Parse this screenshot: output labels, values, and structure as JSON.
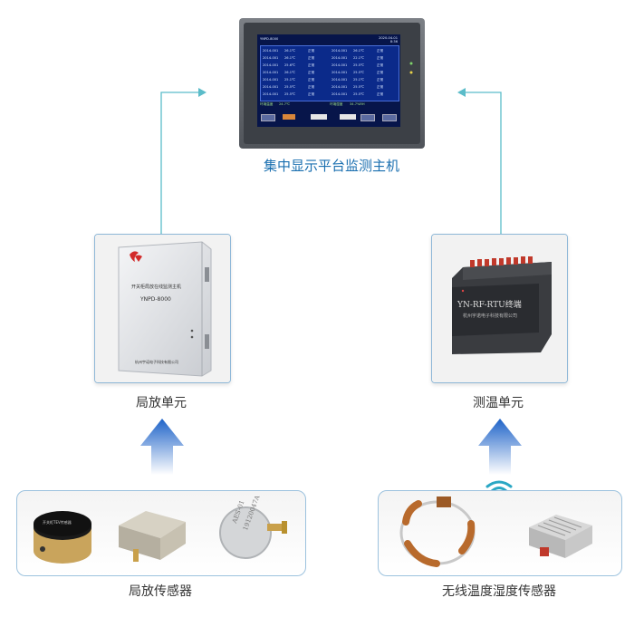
{
  "host": {
    "label": "集中显示平台监测主机",
    "screen_model": "YNPD-8000",
    "screen_date": "2020-04-01",
    "screen_time": "8:36",
    "rows": [
      {
        "id": "2014-001",
        "temp": "26.1℃",
        "state": "正常",
        "id2": "2014-001",
        "temp2": "26.1℃",
        "state2": "正常"
      },
      {
        "id": "2014-001",
        "temp": "26.1℃",
        "state": "正常",
        "id2": "2014-001",
        "temp2": "22.1℃",
        "state2": "正常"
      },
      {
        "id": "2014-001",
        "temp": "25.6℃",
        "state": "正常",
        "id2": "2014-001",
        "temp2": "25.5℃",
        "state2": "正常"
      },
      {
        "id": "2014-001",
        "temp": "26.1℃",
        "state": "正常",
        "id2": "2014-001",
        "temp2": "25.5℃",
        "state2": "正常"
      },
      {
        "id": "2014-001",
        "temp": "25.1℃",
        "state": "正常",
        "id2": "2014-001",
        "temp2": "25.1℃",
        "state2": "正常"
      },
      {
        "id": "2014-001",
        "temp": "25.5℃",
        "state": "正常",
        "id2": "2014-001",
        "temp2": "25.5℃",
        "state2": "正常"
      },
      {
        "id": "2014-001",
        "temp": "25.5℃",
        "state": "正常",
        "id2": "2014-001",
        "temp2": "25.5℃",
        "state2": "正常"
      }
    ],
    "env_temp_label": "环境温度",
    "env_temp": "24.7℃",
    "env_hum_label": "环境湿度",
    "env_hum": "34.7%RH"
  },
  "pd_unit": {
    "label": "局放单元",
    "cabinet_title": "开关柜局放在线监测主机",
    "cabinet_model": "YNPD-8000",
    "cabinet_company": "杭州宇诺电子科技有限公司"
  },
  "temp_unit": {
    "label": "测温单元",
    "device_title": "YN-RF-RTU终端",
    "device_company": "杭州宇诺电子科技有限公司"
  },
  "pd_sensors": {
    "label": "局放传感器",
    "disc_sensor_text": "开关柜TEV传感器",
    "coin_sensor_text": [
      "AES-01",
      "19120047A"
    ]
  },
  "wireless_sensors": {
    "label": "无线温度湿度传感器"
  },
  "colors": {
    "connector": "#5bbcc9",
    "title_blue": "#1a6fb0",
    "upload_arrow": "#1e63c8",
    "wifi": "#2aa7c4"
  }
}
